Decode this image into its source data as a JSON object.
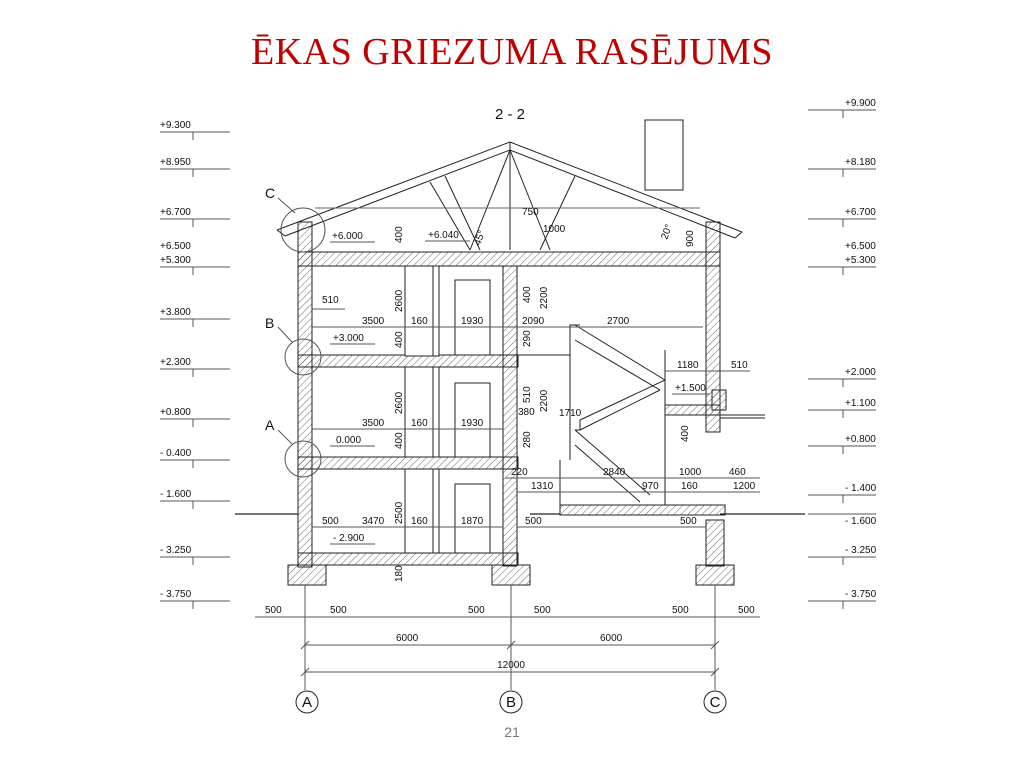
{
  "slide": {
    "title": "ĒKAS GRIEZUMA RASĒJUMS",
    "page_number": "21",
    "section_label": "2 - 2"
  },
  "elevations_left": [
    "+9.300",
    "+8.950",
    "+6.700",
    "+6.500",
    "+5.300",
    "+3.800",
    "+2.300",
    "+0.800",
    "- 0.400",
    "- 1.600",
    "- 3.250",
    "- 3.750"
  ],
  "elevations_right": [
    "+9.900",
    "+8.180",
    "+6.700",
    "+6.500",
    "+5.300",
    "+2.000",
    "+1.100",
    "+0.800",
    "- 1.400",
    "- 1.600",
    "- 3.250",
    "- 3.750"
  ],
  "detail_callouts": [
    "C",
    "B",
    "A"
  ],
  "axes": [
    "A",
    "B",
    "C"
  ],
  "floor_marks": [
    "+6.000",
    "+6.040",
    "+3.000",
    "0.000",
    "- 2.900",
    "+1.500"
  ],
  "dimensions": {
    "top": [
      "400",
      "45°",
      "750",
      "1000",
      "20°",
      "900"
    ],
    "upper_floor": [
      "510",
      "3500",
      "160",
      "1930",
      "2090",
      "2700",
      "2600",
      "400",
      "400",
      "2200",
      "290"
    ],
    "middle_floor": [
      "3500",
      "160",
      "1930",
      "380",
      "1710",
      "1180",
      "510",
      "2600",
      "400",
      "510",
      "2200",
      "280",
      "400"
    ],
    "ground_floor": [
      "220",
      "2840",
      "1000",
      "460",
      "1310",
      "970",
      "160",
      "1200"
    ],
    "basement": [
      "500",
      "3470",
      "160",
      "1870",
      "500",
      "500",
      "2500",
      "180"
    ],
    "foundation": [
      "500",
      "500",
      "500",
      "500",
      "500",
      "500"
    ],
    "spans": [
      "6000",
      "6000"
    ],
    "total": "12000"
  }
}
